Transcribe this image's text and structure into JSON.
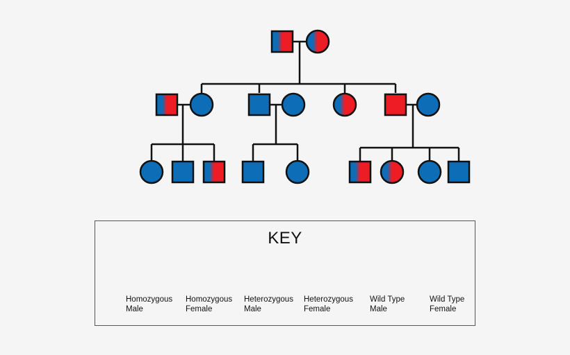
{
  "colors": {
    "affected": "#ee1c25",
    "wild_type": "#0d6db7",
    "line": "#111111"
  },
  "pedigree": {
    "generation_1": [
      "heterozygous-male",
      "heterozygous-female"
    ],
    "generation_2": [
      "heterozygous-male",
      "wild-type-female",
      "wild-type-male",
      "wild-type-female",
      "heterozygous-female",
      "homozygous-male",
      "wild-type-female"
    ],
    "generation_3": [
      "wild-type-female",
      "wild-type-male",
      "heterozygous-male",
      "wild-type-male",
      "wild-type-female",
      "heterozygous-male",
      "heterozygous-female",
      "wild-type-female",
      "wild-type-male"
    ]
  },
  "key": {
    "title": "KEY",
    "items": [
      {
        "type": "homozygous-male",
        "label": "Homozygous\nMale"
      },
      {
        "type": "homozygous-female",
        "label": "Homozygous\nFemale"
      },
      {
        "type": "heterozygous-male",
        "label": "Heterozygous\nMale"
      },
      {
        "type": "heterozygous-female",
        "label": "Heterozygous\nFemale"
      },
      {
        "type": "wild-type-male",
        "label": "Wild Type\nMale"
      },
      {
        "type": "wild-type-female",
        "label": "Wild Type\nFemale"
      }
    ]
  }
}
